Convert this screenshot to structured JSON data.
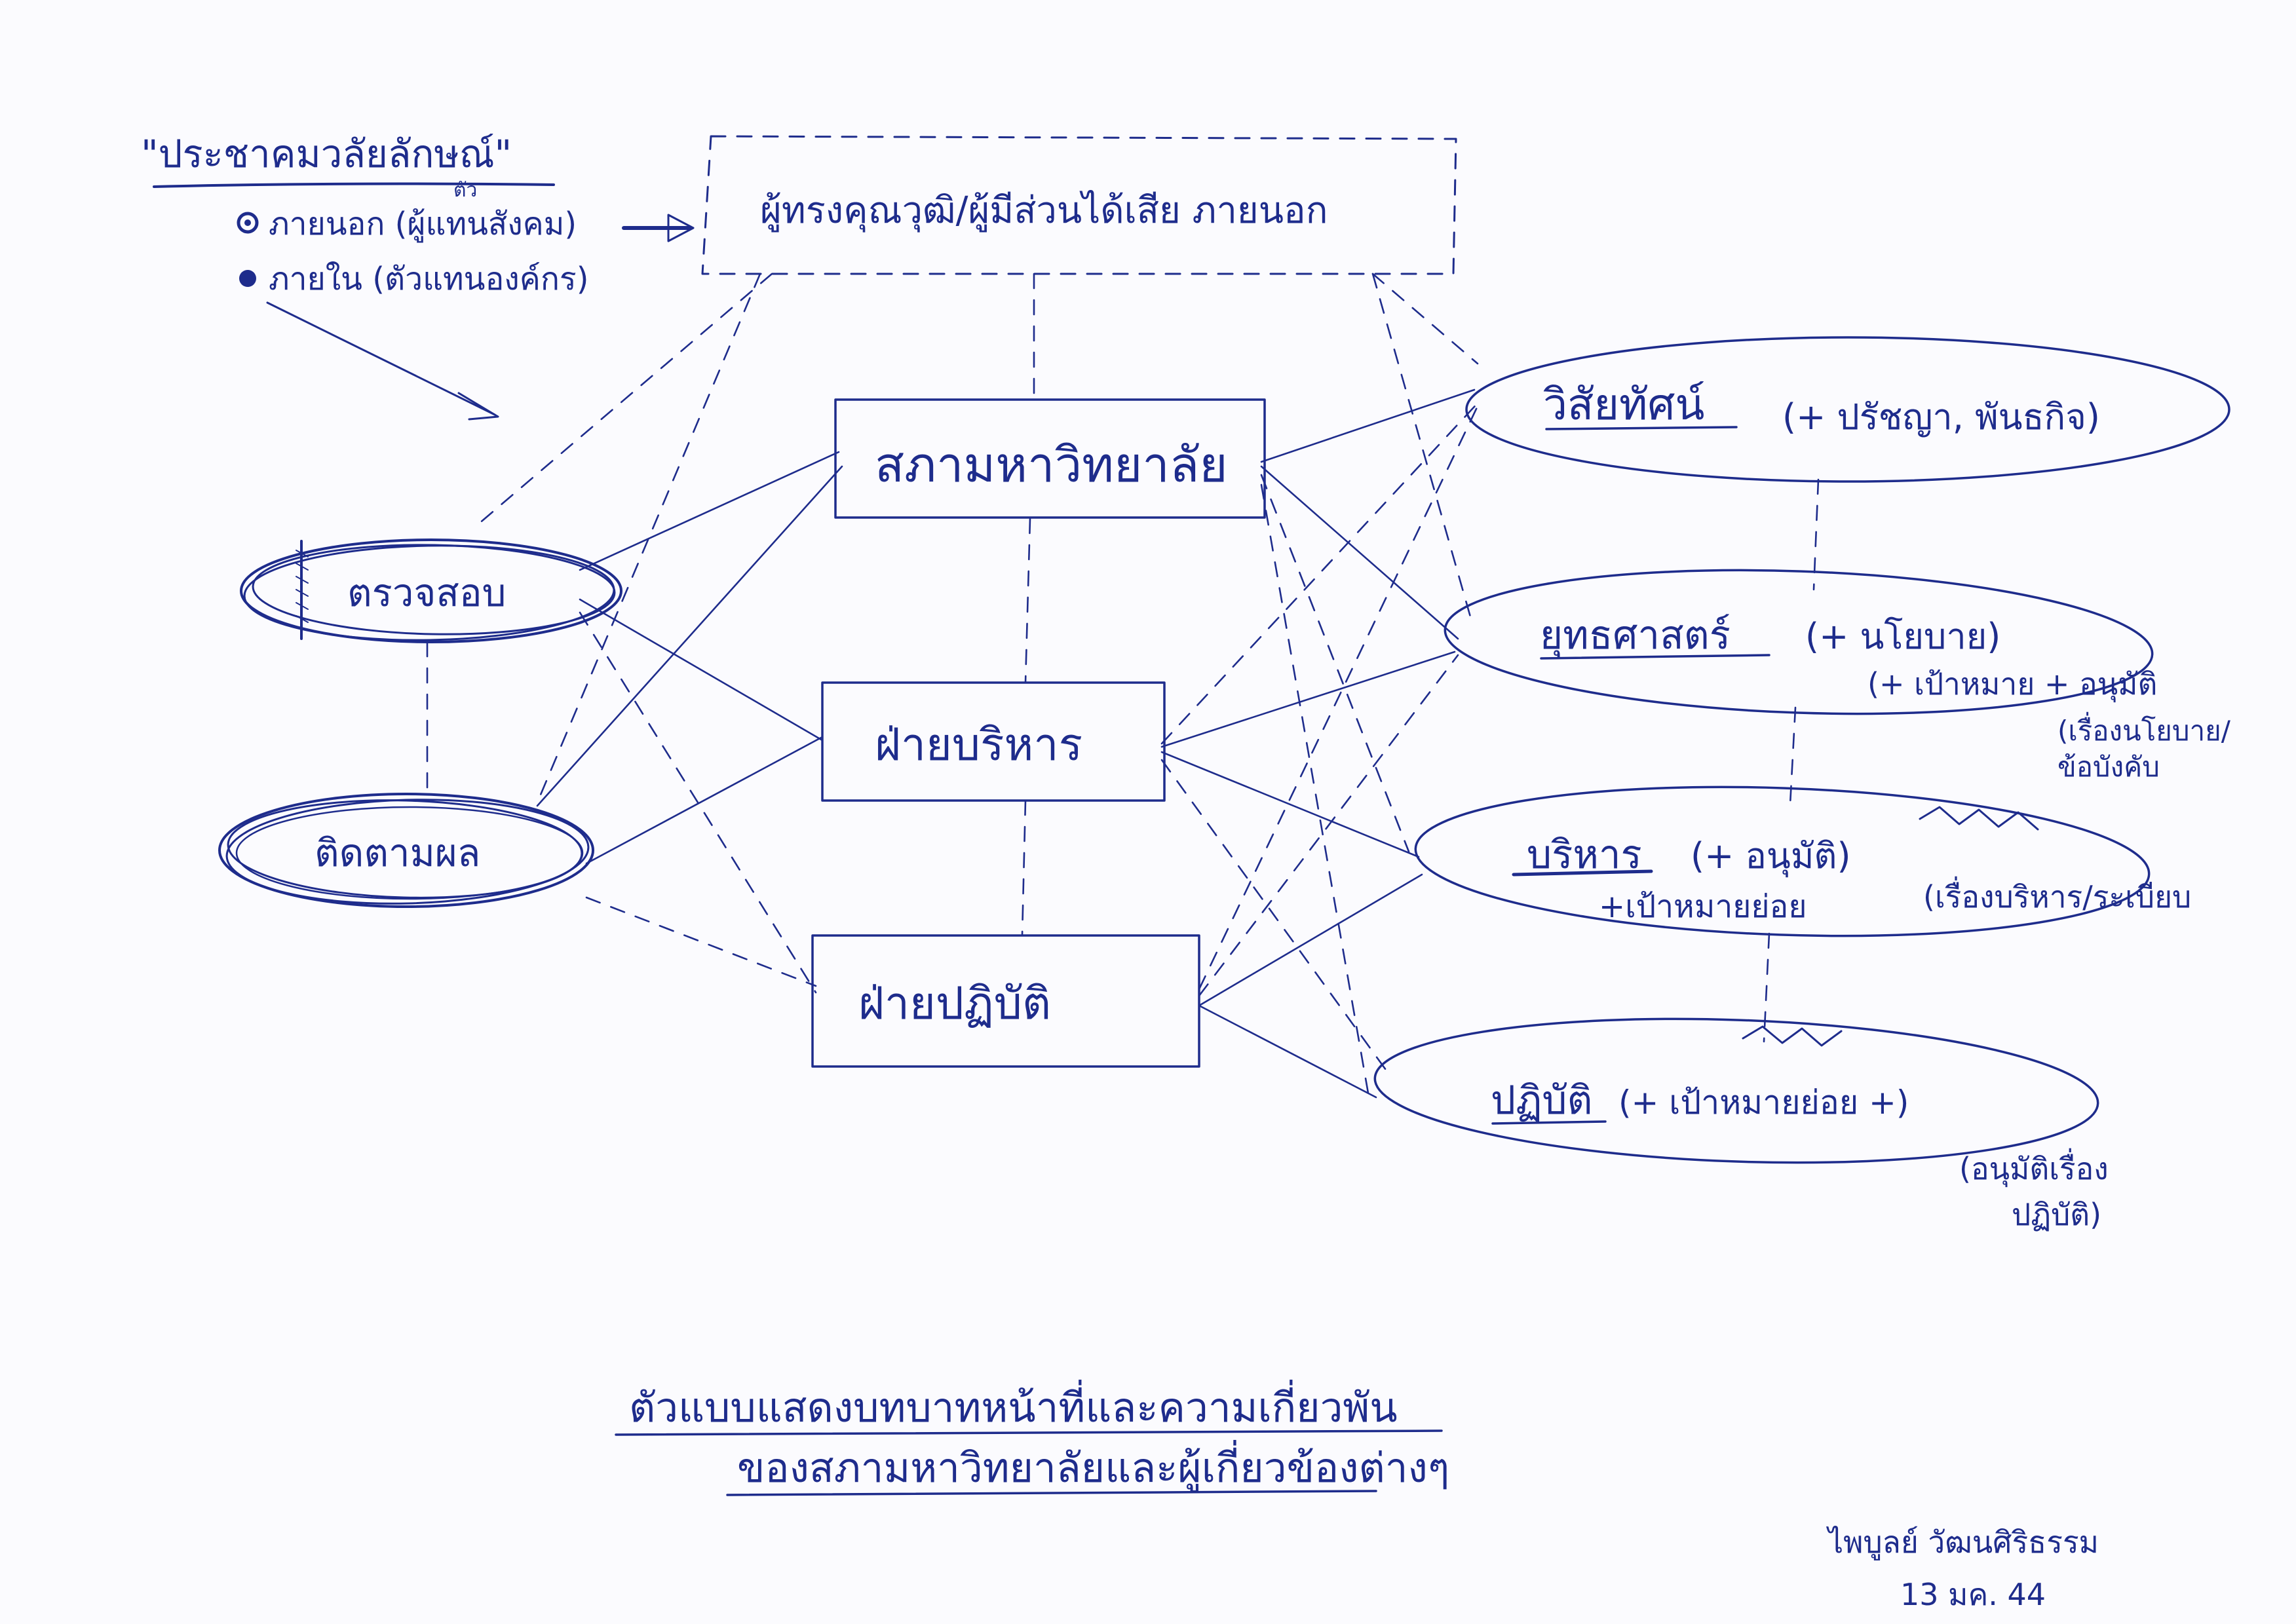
{
  "legend": {
    "title": "\"ประชาคมวลัยลักษณ์\"",
    "items": [
      {
        "label": "ภายนอก (ผู้แทนสังคม)",
        "correction": "ตัว"
      },
      {
        "label": "ภายใน (ตัวแทนองค์กร)"
      }
    ]
  },
  "stakeholders_box": {
    "label": "ผู้ทรงคุณวุฒิ/ผู้มีส่วนได้เสีย ภายนอก"
  },
  "left_nodes": [
    {
      "id": "audit",
      "label": "ตรวจสอบ"
    },
    {
      "id": "evaluation",
      "label": "ติดตามผล"
    }
  ],
  "center_nodes": [
    {
      "id": "council",
      "label": "สภามหาวิทยาลัย"
    },
    {
      "id": "executive",
      "label": "ฝ่ายบริหาร"
    },
    {
      "id": "operations",
      "label": "ฝ่ายปฏิบัติ"
    }
  ],
  "right_nodes": [
    {
      "id": "vision",
      "title": "วิสัยทัศน์",
      "detail": "(+ ปรัชญา, พันธกิจ)"
    },
    {
      "id": "strategy",
      "title": "ยุทธศาสตร์",
      "detail": "(+ นโยบาย)",
      "extra": [
        "(+ เป้าหมาย + อนุมัติ",
        "(เรื่องนโยบาย/",
        "ข้อบังคับ"
      ]
    },
    {
      "id": "management",
      "title": "บริหาร",
      "detail": "(+ อนุมัติ)",
      "extra": [
        "+เป้าหมายย่อย",
        "(เรื่องบริหาร/ระเบียบ"
      ]
    },
    {
      "id": "practice",
      "title": "ปฏิบัติ",
      "detail": "(+ เป้าหมายย่อย +)",
      "extra": [
        "(อนุมัติเรื่อง",
        "ปฏิบัติ)"
      ]
    }
  ],
  "caption": [
    "ตัวแบบแสดงบทบาทหน้าที่และความเกี่ยวพัน",
    "ของสภามหาวิทยาลัยและผู้เกี่ยวข้องต่างๆ"
  ],
  "signature": {
    "name": "ไพบูลย์ วัฒนศิริธรรม",
    "date": "13 มค. 44"
  },
  "colors": {
    "ink": "#1e2c8c",
    "paper": "#fbfbfe"
  }
}
